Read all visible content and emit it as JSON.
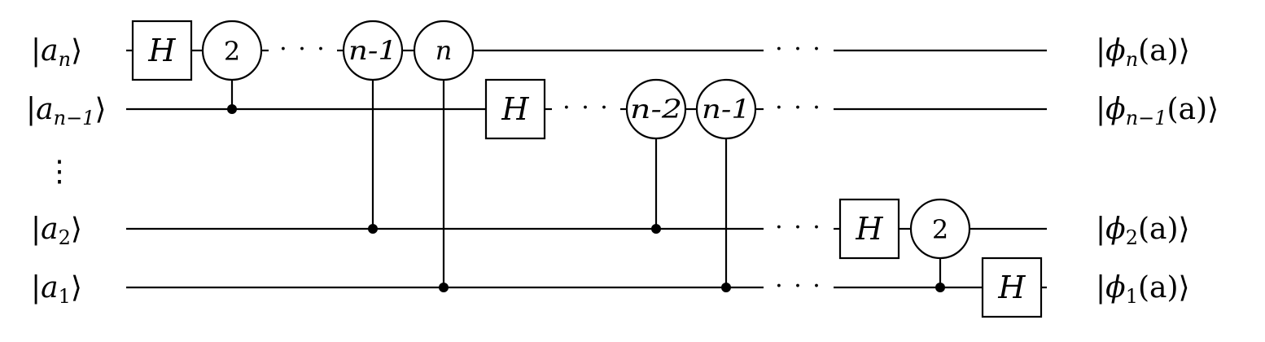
{
  "inputs": {
    "an": {
      "open": "|",
      "base": "a",
      "sub": "n",
      "close": "⟩"
    },
    "an1": {
      "open": "|",
      "base": "a",
      "sub": "n−1",
      "close": "⟩"
    },
    "a2": {
      "open": "|",
      "base": "a",
      "sub": "2",
      "close": "⟩"
    },
    "a1": {
      "open": "|",
      "base": "a",
      "sub": "1",
      "close": "⟩"
    }
  },
  "outputs": {
    "phin": {
      "open": "|",
      "base": "ϕ",
      "sub": "n",
      "arg": "(a)",
      "close": "⟩"
    },
    "phin1": {
      "open": "|",
      "base": "ϕ",
      "sub": "n−1",
      "arg": "(a)",
      "close": "⟩"
    },
    "phi2": {
      "open": "|",
      "base": "ϕ",
      "sub": "2",
      "arg": "(a)",
      "close": "⟩"
    },
    "phi1": {
      "open": "|",
      "base": "ϕ",
      "sub": "1",
      "arg": "(a)",
      "close": "⟩"
    }
  },
  "gates": {
    "h": "H",
    "r2": "2",
    "rn1": "n-1",
    "rn": "n",
    "rn2": "n-2"
  },
  "ellipsis": "· · ·",
  "vdots": "⋮"
}
